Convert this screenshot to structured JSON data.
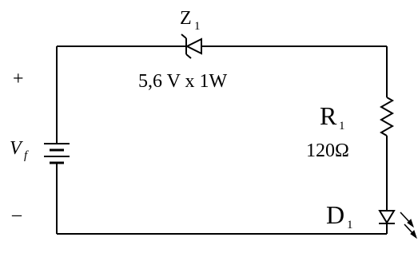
{
  "labels": {
    "zener_letter": "Z",
    "zener_index": "1",
    "zener_rating": "5,6 V x 1W",
    "resistor_letter": "R",
    "resistor_index": "1",
    "resistor_value": "120Ω",
    "led_letter": "D",
    "led_index": "1",
    "source_letter": "V",
    "source_index": "f",
    "plus_sign": "+",
    "minus_sign": "–"
  },
  "colors": {
    "ink": "#000000",
    "background": "#ffffff"
  }
}
